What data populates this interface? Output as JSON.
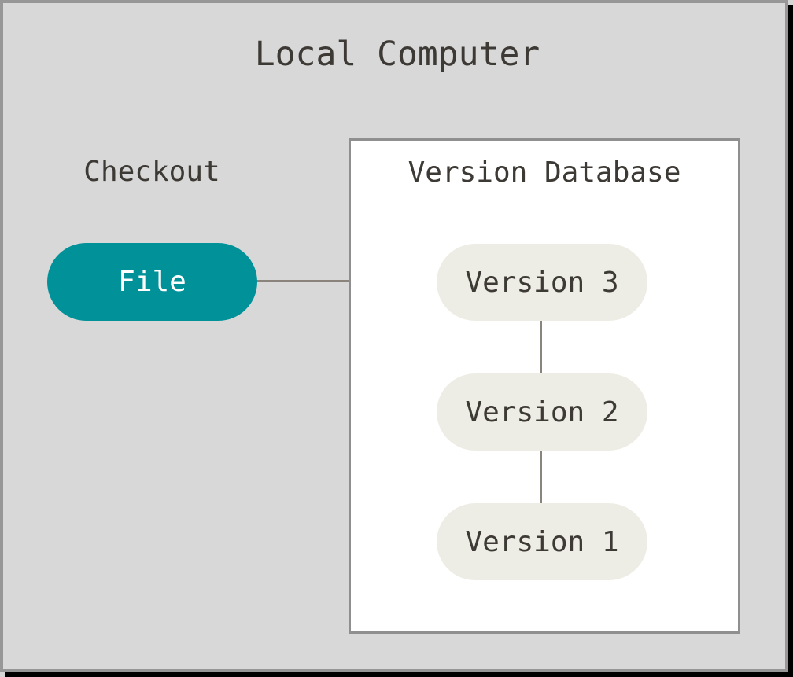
{
  "local_computer": {
    "title": "Local Computer",
    "checkout_label": "Checkout",
    "file_label": "File",
    "version_database": {
      "title": "Version Database",
      "versions": [
        "Version 3",
        "Version 2",
        "Version 1"
      ]
    }
  },
  "colors": {
    "canvas_bg": "#D6D6D6",
    "frame_fill": "#D8D8D8",
    "frame_border": "#979797",
    "frame_shadow": "#000000",
    "version_db_fill": "#FFFFFF",
    "version_db_border": "#8F8F8F",
    "file_node_fill": "#009199",
    "file_node_text": "#FFFFFF",
    "version_node_fill": "#EEEDE5",
    "text_dark": "#3D3935",
    "connector_line": "#8A847C"
  }
}
